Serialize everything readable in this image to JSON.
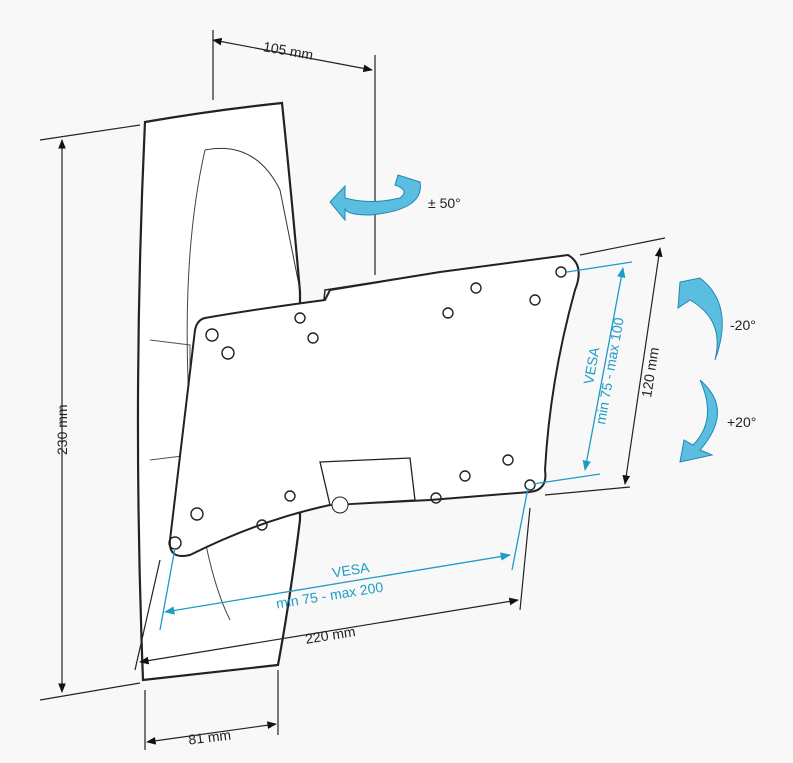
{
  "diagram": {
    "dimensions": {
      "depth_arm": "105 mm",
      "height_wall_plate": "230 mm",
      "width_wall_plate": "81 mm",
      "height_mount_plate": "120 mm",
      "width_mount_plate": "220 mm"
    },
    "vesa_vertical": {
      "title": "VESA",
      "range": "min 75 - max 100"
    },
    "vesa_horizontal": {
      "title": "VESA",
      "range": "min 75 - max 200"
    },
    "rotations": {
      "swivel": "± 50°",
      "tilt_up": "-20°",
      "tilt_down": "+20°"
    },
    "colors": {
      "accent": "#1e9cc6",
      "arrow_fill": "#5bbde0",
      "line": "#222222"
    }
  }
}
